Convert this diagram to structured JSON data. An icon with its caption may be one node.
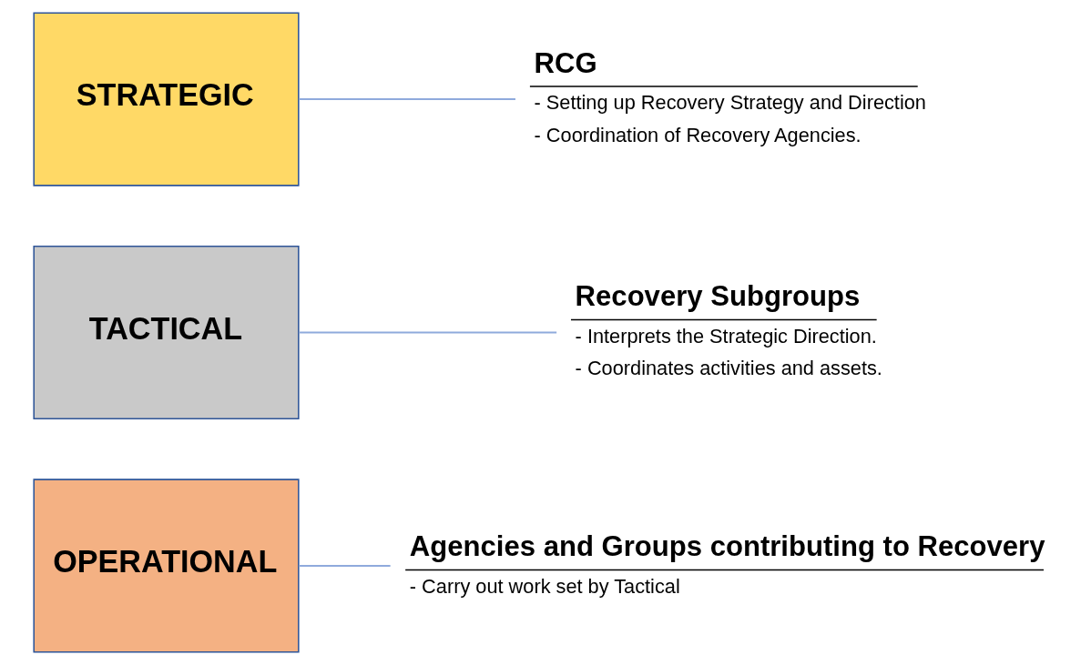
{
  "diagram": {
    "nodes": [
      {
        "text": [
          "STRATEGIC"
        ]
      },
      {
        "text": [
          "TACTICAL"
        ]
      },
      {
        "text": [
          "OPERATIONAL"
        ]
      },
      {
        "text": [
          "RCG",
          "- Setting up Recovery Strategy and Direction",
          "- Coordination of Recovery Agencies."
        ]
      },
      {
        "text": [
          "Recovery Subgroups",
          "- Interprets the Strategic Direction.",
          "- Coordinates activities and assets."
        ]
      },
      {
        "text": [
          "Agencies and Groups contributing to Recovery",
          "- Carry out work set by Tactical"
        ]
      }
    ],
    "edges": [
      {
        "from": 0,
        "to": 3,
        "arrow": "none"
      },
      {
        "from": 1,
        "to": 4,
        "arrow": "none"
      },
      {
        "from": 2,
        "to": 5,
        "arrow": "none"
      }
    ]
  }
}
